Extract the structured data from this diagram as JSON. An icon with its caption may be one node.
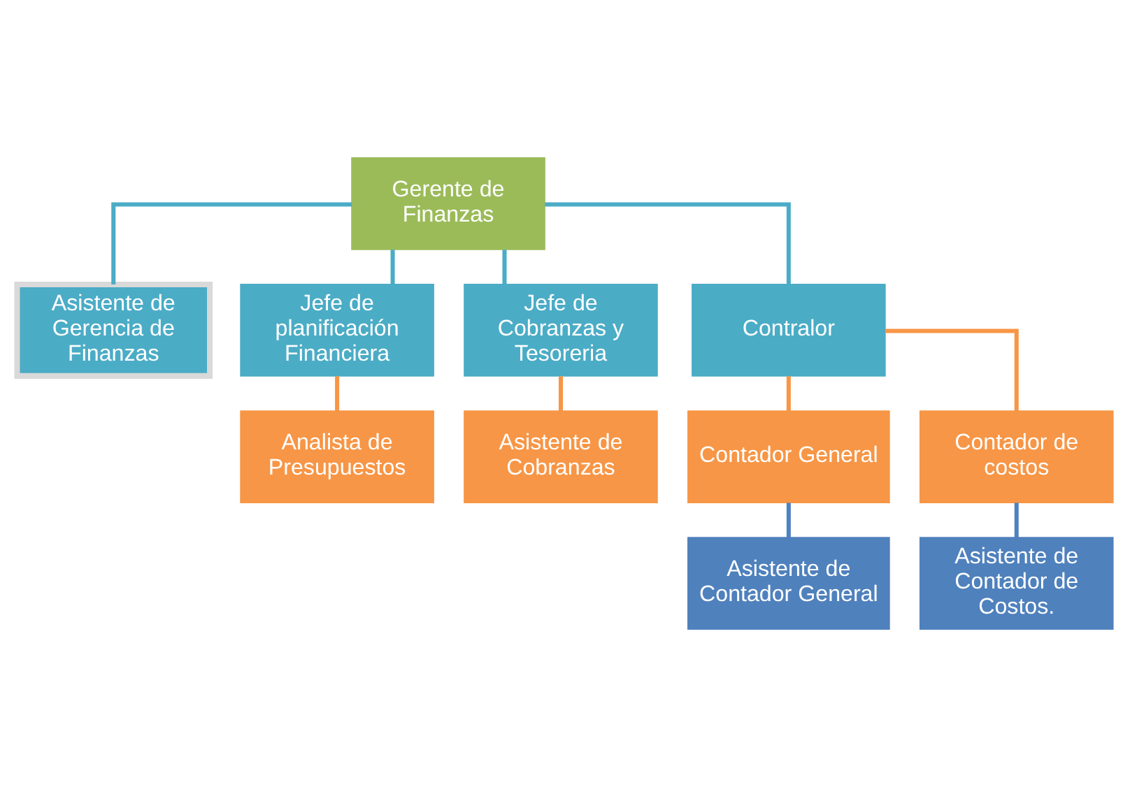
{
  "diagram": {
    "nodes": [
      {
        "text": [
          "Gerente de Finanzas"
        ]
      },
      {
        "text": [
          "Asistente de Gerencia de Finanzas"
        ]
      },
      {
        "text": [
          "Jefe de planificación Financiera"
        ]
      },
      {
        "text": [
          "Jefe de Cobranzas y Tesoreria"
        ]
      },
      {
        "text": [
          "Contralor"
        ]
      },
      {
        "text": [
          "Analista de Presupuestos"
        ]
      },
      {
        "text": [
          "Asistente de Cobranzas"
        ]
      },
      {
        "text": [
          "Contador General"
        ]
      },
      {
        "text": [
          "Contador de costos"
        ]
      },
      {
        "text": [
          "Asistente de Contador General"
        ]
      },
      {
        "text": [
          "Asistente de Contador de Costos."
        ]
      }
    ],
    "edges": [
      {
        "from": 0,
        "to": 1,
        "arrow": "none"
      },
      {
        "from": 0,
        "to": 2,
        "arrow": "none"
      },
      {
        "from": 0,
        "to": 3,
        "arrow": "none"
      },
      {
        "from": 0,
        "to": 4,
        "arrow": "none"
      },
      {
        "from": 2,
        "to": 5,
        "arrow": "none",
        "color": "#f79646"
      },
      {
        "from": 3,
        "to": 6,
        "arrow": "none",
        "color": "#f79646"
      },
      {
        "from": 4,
        "to": 7,
        "arrow": "none",
        "color": "#f79646"
      },
      {
        "from": 4,
        "to": 8,
        "arrow": "none",
        "color": "#f79646"
      },
      {
        "from": 7,
        "to": 9,
        "arrow": "none",
        "color": "#4f81bd"
      },
      {
        "from": 8,
        "to": 10,
        "arrow": "none",
        "color": "#4f81bd"
      }
    ]
  }
}
